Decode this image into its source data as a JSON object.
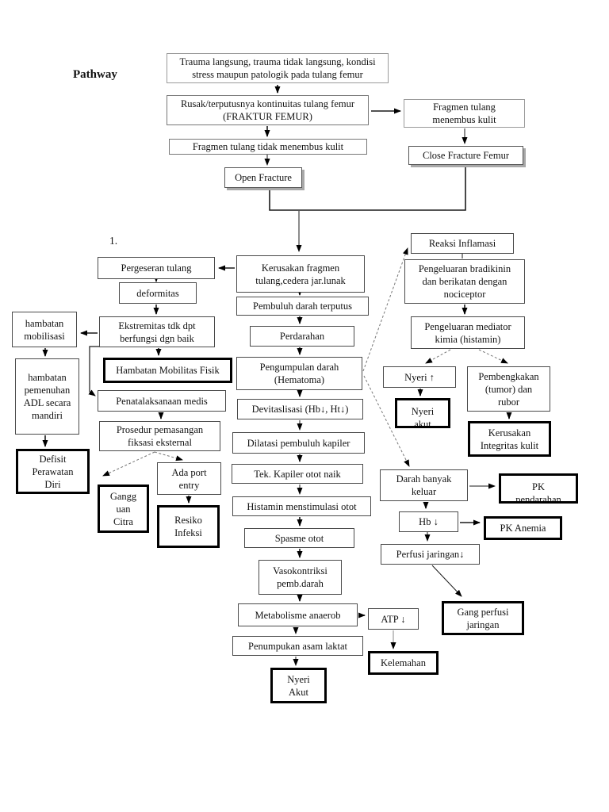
{
  "labels": {
    "pathway": "Pathway",
    "marker1": "1."
  },
  "colors": {
    "box_border": "#4a4a4a",
    "thick_border": "#000000",
    "shadow": "#a8a8a8",
    "dashed_line": "#777777"
  },
  "nodes": {
    "trauma": {
      "text": "Trauma langsung, trauma tidak langsung, kondisi\nstress maupun patologik pada tulang femur"
    },
    "fraktur": {
      "line1": "Rusak/terputusnya kontinuitas tulang femur",
      "line2": "(FRAKTUR FEMUR)"
    },
    "fragmen_menembus": {
      "text": "Fragmen tulang\nmenembus kulit"
    },
    "fragmen_tidak": {
      "text": "Fragmen tulang tidak menembus kulit"
    },
    "open_fracture": {
      "text": "Open Fracture"
    },
    "close_fracture": {
      "text": "Close Fracture Femur"
    },
    "kerusakan_fragmen": {
      "text": "Kerusakan fragmen\ntulang,cedera jar.lunak"
    },
    "pergeseran": {
      "text": "Pergeseran tulang"
    },
    "deformitas": {
      "text": "deformitas"
    },
    "ekstremitas": {
      "text": "Ekstremitas tdk dpt\nberfungsi dgn baik"
    },
    "hambatan_mobilisasi": {
      "text": "hambatan\nmobilisasi"
    },
    "hambatan_adl": {
      "text": "hambatan\npemenuhan\nADL secara\nmandiri"
    },
    "defisit": {
      "text": "Defisit\nPerawatan\nDiri"
    },
    "hambatan_fisik": {
      "text": "Hambatan Mobilitas Fisik"
    },
    "penatalaksanaan": {
      "text": "Penatalaksanaan medis"
    },
    "prosedur": {
      "text": "Prosedur pemasangan\nfiksasi eksternal"
    },
    "gangguan_citra": {
      "text": "Gangg\nuan\nCitra"
    },
    "ada_port": {
      "text": "Ada port\nentry"
    },
    "resiko_infeksi": {
      "text": "Resiko\nInfeksi"
    },
    "pembuluh": {
      "text": "Pembuluh darah terputus"
    },
    "perdarahan": {
      "text": "Perdarahan"
    },
    "pengumpulan": {
      "text": "Pengumpulan darah\n(Hematoma)"
    },
    "devitaslisasi": {
      "text": "Devitaslisasi (Hb↓, Ht↓)"
    },
    "dilatasi": {
      "text": "Dilatasi pembuluh kapiler"
    },
    "tek_kapiler": {
      "text": "Tek. Kapiler otot naik"
    },
    "histamin_otot": {
      "text": "Histamin menstimulasi otot"
    },
    "spasme": {
      "text": "Spasme otot"
    },
    "vasokontriksi": {
      "text": "Vasokontriksi\npemb.darah"
    },
    "metabolisme": {
      "text": "Metabolisme anaerob"
    },
    "atp": {
      "text": "ATP ↓"
    },
    "penumpukan": {
      "text": "Penumpukan asam laktat"
    },
    "nyeri_akut_bawah": {
      "text": "Nyeri\nAkut"
    },
    "kelemahan": {
      "text": "Kelemahan"
    },
    "reaksi_inflamasi": {
      "text": "Reaksi Inflamasi"
    },
    "bradikinin": {
      "text": "Pengeluaran bradikinin\ndan berikatan dengan\nnociceptor"
    },
    "mediator": {
      "text": "Pengeluaran mediator\nkimia (histamin)"
    },
    "nyeri_naik": {
      "text": "Nyeri ↑"
    },
    "nyeri_akut_kanan": {
      "text": "Nyeri\nakut"
    },
    "pembengkakan": {
      "text": "Pembengkakan\n(tumor) dan\nrubor"
    },
    "kerusakan_integritas": {
      "text": "Kerusakan\nIntegritas kulit"
    },
    "darah_banyak": {
      "text": "Darah banyak\nkeluar"
    },
    "pk_pendarahan": {
      "text": "PK\npendarahan"
    },
    "hb_turun": {
      "text": "Hb ↓"
    },
    "pk_anemia": {
      "text": "PK Anemia"
    },
    "perfusi": {
      "text": "Perfusi jaringan↓"
    },
    "gang_perfusi": {
      "text": "Gang perfusi\njaringan"
    }
  }
}
